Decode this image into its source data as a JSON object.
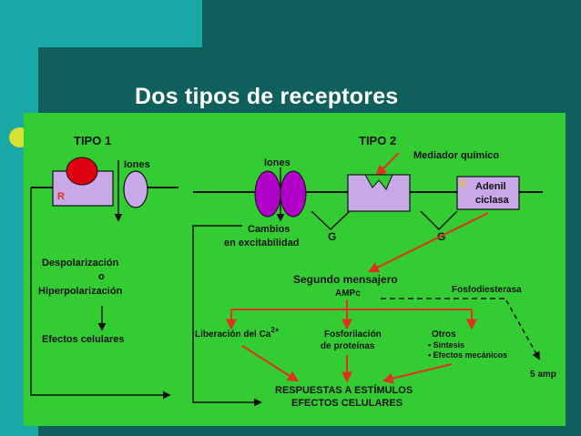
{
  "slide": {
    "title": "Dos tipos de receptores",
    "colors": {
      "background": "#0f5f5c",
      "accent": "#18a9a7",
      "panel": "#33cc33",
      "receptor": "#c8a8e8",
      "channel": "#b000c8",
      "arrow_red": "#e0301e",
      "ligand_red": "#e00010"
    }
  },
  "diagram": {
    "tipo1": {
      "heading": "TIPO 1",
      "receptor_label": "R",
      "iones": "Iones",
      "despolarizacion": "Despolarización",
      "o": "o",
      "hiperpolarizacion": "Hiperpolarización",
      "efectos": "Efectos celulares"
    },
    "tipo2": {
      "heading": "TIPO 2",
      "mediador": "Mediador químico",
      "iones": "Iones",
      "enzyme_letter": "E",
      "adenil": "Adenil",
      "ciclasa": "ciclasa",
      "cambios": "Cambios",
      "excitabilidad": "en excitabilidad",
      "g_left": "G",
      "g_right": "G",
      "segundo": "Segundo mensajero",
      "ampc": "AMPc",
      "fosfodiesterasa": "Fosfodiesterasa",
      "liberacion": "Liberación del Ca",
      "superscript": "2+",
      "fosforilacion": "Fosforilación",
      "proteinas": "de proteínas",
      "otros": "Otros",
      "sintesis": "• Síntesis",
      "mecanicos": "• Efectos mecánicos",
      "amp5": "5 amp",
      "respuestas": "RESPUESTAS A ESTÍMULOS",
      "efectos_celulares": "EFECTOS CELULARES"
    }
  }
}
